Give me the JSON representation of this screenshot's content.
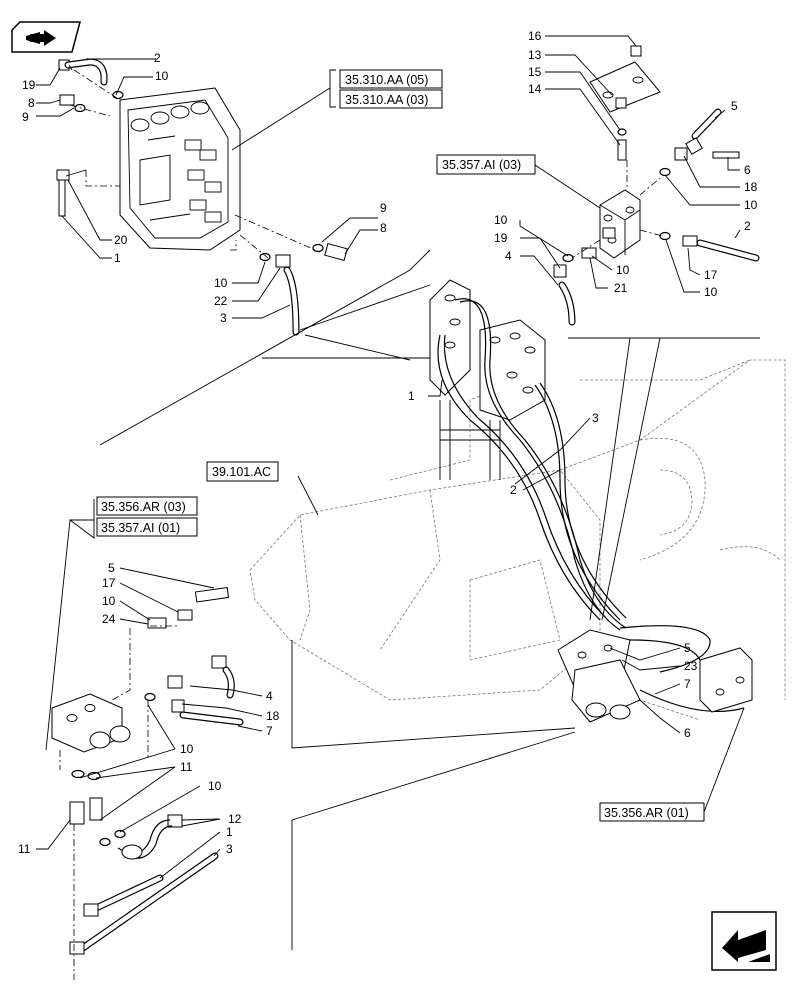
{
  "icons": {
    "top_left": "book-arrow-icon",
    "bottom_right": "next-page-arrow-icon"
  },
  "refs": {
    "r1": "35.310.AA (05)",
    "r2": "35.310.AA (03)",
    "r3": "35.357.AI (03)",
    "r4": "39.101.AC",
    "r5": "35.356.AR (03)",
    "r6": "35.357.AI (01)",
    "r7": "35.356.AR (01)"
  },
  "callouts": {
    "c01": "2",
    "c02": "10",
    "c03": "19",
    "c04": "8",
    "c05": "9",
    "c06": "20",
    "c07": "1",
    "c08": "9",
    "c09": "8",
    "c10": "10",
    "c11": "22",
    "c12": "3",
    "c13": "16",
    "c14": "13",
    "c15": "15",
    "c16": "14",
    "c17": "5",
    "c18": "6",
    "c19": "18",
    "c20": "10",
    "c21": "10",
    "c22": "19",
    "c23": "4",
    "c24": "10",
    "c25": "21",
    "c26": "2",
    "c27": "17",
    "c28": "10",
    "c29": "1",
    "c30": "3",
    "c31": "2",
    "c32": "5",
    "c33": "17",
    "c34": "10",
    "c35": "24",
    "c36": "4",
    "c37": "18",
    "c38": "7",
    "c39": "10",
    "c40": "11",
    "c41": "11",
    "c42": "10",
    "c43": "12",
    "c44": "1",
    "c45": "3",
    "c46": "5",
    "c47": "23",
    "c48": "7",
    "c49": "6"
  }
}
